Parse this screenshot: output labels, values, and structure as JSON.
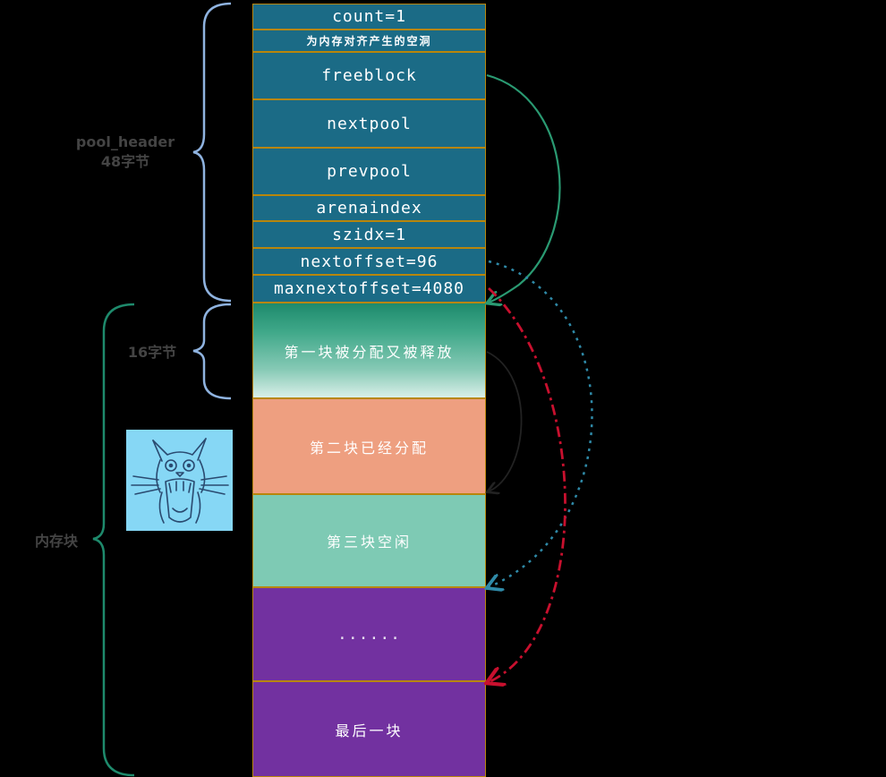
{
  "pool_header": {
    "count": "count=1",
    "align_padding": "为内存对齐产生的空洞",
    "freeblock": "freeblock",
    "nextpool": "nextpool",
    "prevpool": "prevpool",
    "arenaindex": "arenaindex",
    "szidx": "szidx=1",
    "nextoffset": "nextoffset=96",
    "maxnextoffset": "maxnextoffset=4080"
  },
  "blocks": {
    "first": "第一块被分配又被释放",
    "second": "第二块已经分配",
    "third": "第三块空闲",
    "ellipsis": "......",
    "last": "最后一块"
  },
  "labels": {
    "pool_header_line1": "pool_header",
    "pool_header_line2": "48字节",
    "block_size": "16字节",
    "memory_blocks": "内存块"
  },
  "colors": {
    "header_bg": "#1b6b86",
    "first_block": "#3fa889",
    "second_block": "#ee9f80",
    "third_block": "#7ecab4",
    "later_blocks": "#7231a0",
    "brace_header": "#8fb3e0",
    "brace_blocks": "#1e8a6c",
    "arrow_freeblock": "#2a9a72",
    "arrow_nextoffset": "#2f8aa8",
    "arrow_maxnextoffset": "#c8102e",
    "arrow_next_free": "#222222"
  },
  "decoration": "cat-illustration"
}
